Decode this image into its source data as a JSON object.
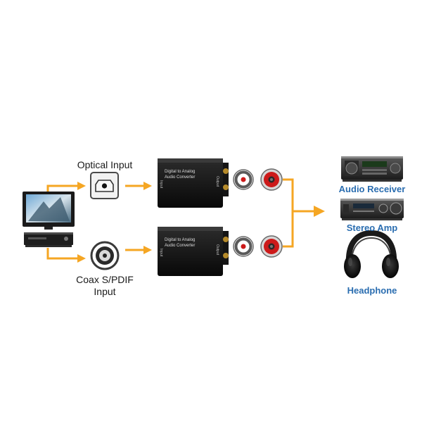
{
  "inputs": {
    "optical_label": "Optical Input",
    "coax_label_line1": "Coax S/PDIF",
    "coax_label_line2": "Input"
  },
  "converter": {
    "title_line1": "Digital to Analog",
    "title_line2": "Audio Converter",
    "side_left": "Input",
    "side_right": "Output"
  },
  "outputs": {
    "receiver_label": "Audio Receiver",
    "amp_label": "Stereo Amp",
    "headphone_label": "Headphone"
  },
  "colors": {
    "arrow": "#f5a623",
    "label_blue": "#2a6db0",
    "rca_red": "#cc1a1a"
  }
}
